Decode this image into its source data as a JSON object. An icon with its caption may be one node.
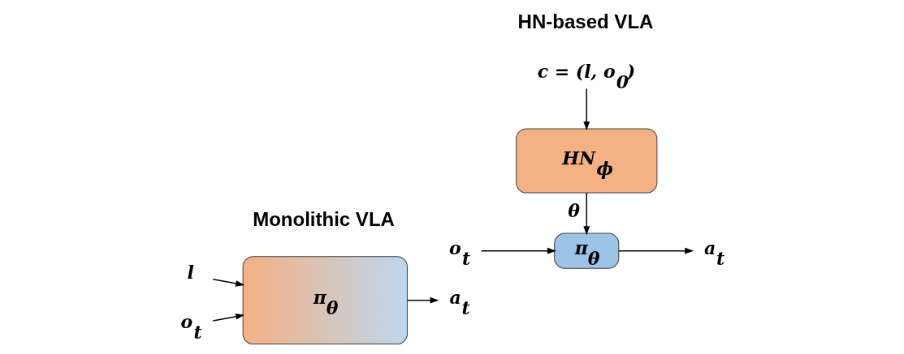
{
  "diagram": {
    "nodes": [
      {
        "text": [
          "l"
        ]
      },
      {
        "text": [
          "o$_{t}$"
        ]
      },
      {
        "text": [
          "π$_{θ}$"
        ]
      },
      {
        "text": [
          "a$_{t}$"
        ]
      },
      {
        "text": [
          "c = (l, o$_{0}$)"
        ]
      },
      {
        "text": [
          "HN$_{ϕ}$"
        ]
      },
      {
        "text": [
          "o$_{t}$"
        ]
      },
      {
        "text": [
          "π$_{θ}$"
        ]
      },
      {
        "text": [
          "a$_{t}$"
        ]
      }
    ],
    "edges": [
      {
        "from": 0,
        "to": 2,
        "arrow": "to"
      },
      {
        "from": 1,
        "to": 2,
        "arrow": "to"
      },
      {
        "from": 2,
        "to": 3,
        "arrow": "to"
      },
      {
        "from": 4,
        "to": 5,
        "arrow": "to"
      },
      {
        "from": 5,
        "to": 7,
        "arrow": "to",
        "label": "θ"
      },
      {
        "from": 6,
        "to": 7,
        "arrow": "to"
      },
      {
        "from": 7,
        "to": 8,
        "arrow": "to"
      }
    ],
    "labels": [
      "Monolithic VLA",
      "HN-based VLA"
    ]
  }
}
